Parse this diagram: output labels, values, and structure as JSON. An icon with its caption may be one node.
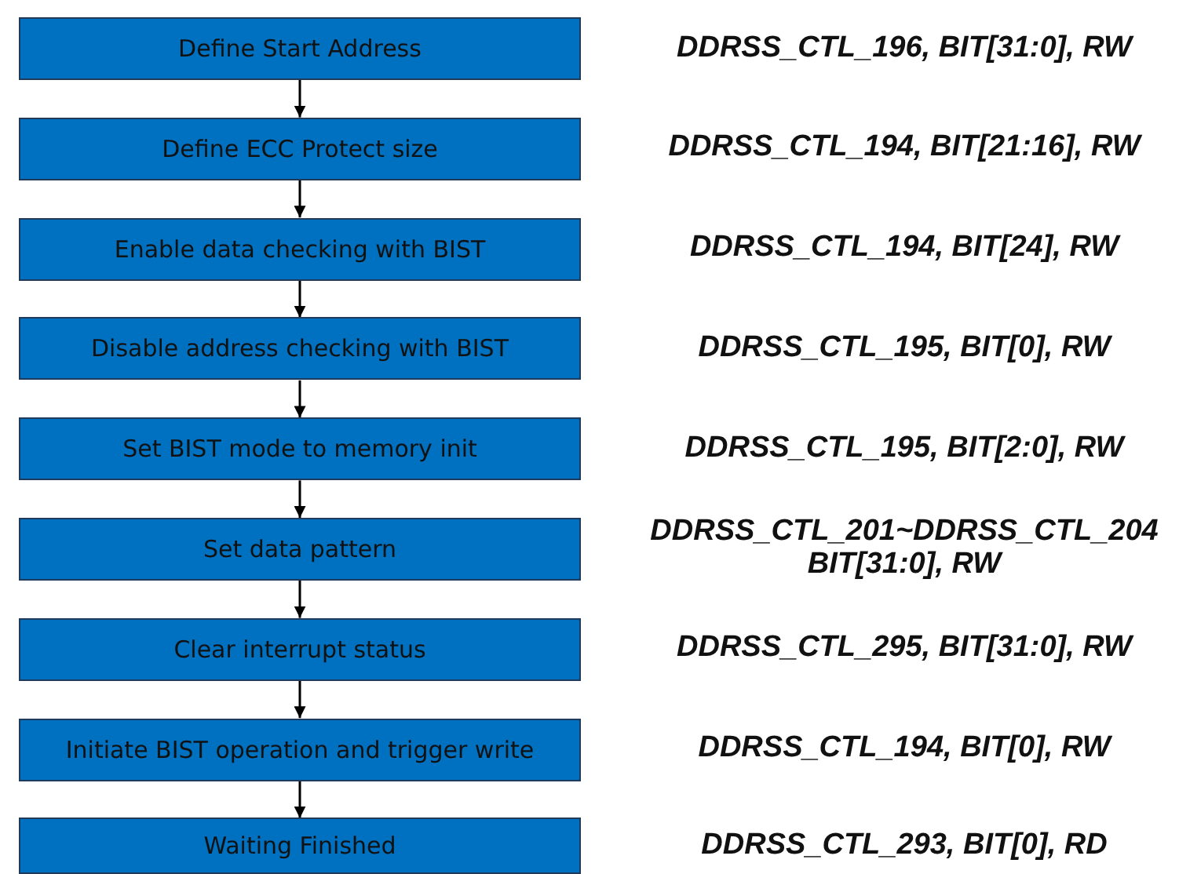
{
  "diagram": {
    "nodes": [
      {
        "text": [
          "Define Start Address"
        ]
      },
      {
        "text": [
          "Define ECC Protect size"
        ]
      },
      {
        "text": [
          "Enable data checking with BIST"
        ]
      },
      {
        "text": [
          "Disable address checking with BIST"
        ]
      },
      {
        "text": [
          "Set BIST mode to memory init"
        ]
      },
      {
        "text": [
          "Set data pattern"
        ]
      },
      {
        "text": [
          "Clear interrupt status"
        ]
      },
      {
        "text": [
          "Initiate BIST operation and trigger write"
        ]
      },
      {
        "text": [
          "Waiting Finished"
        ]
      }
    ],
    "edges": [
      {
        "from": 0,
        "to": 1,
        "arrow": "to"
      },
      {
        "from": 1,
        "to": 2,
        "arrow": "to"
      },
      {
        "from": 2,
        "to": 3,
        "arrow": "to"
      },
      {
        "from": 3,
        "to": 4,
        "arrow": "to"
      },
      {
        "from": 4,
        "to": 5,
        "arrow": "to"
      },
      {
        "from": 5,
        "to": 6,
        "arrow": "to"
      },
      {
        "from": 6,
        "to": 7,
        "arrow": "to"
      },
      {
        "from": 7,
        "to": 8,
        "arrow": "to"
      }
    ],
    "labels": [
      "DDRSS_CTL_196, BIT[31:0], RW",
      "DDRSS_CTL_194, BIT[21:16], RW",
      "DDRSS_CTL_194, BIT[24], RW",
      "DDRSS_CTL_195, BIT[0], RW",
      "DDRSS_CTL_195, BIT[2:0], RW",
      "DDRSS_CTL_201~DDRSS_CTL_204 BIT[31:0], RW",
      "DDRSS_CTL_295, BIT[31:0], RW",
      "DDRSS_CTL_194, BIT[0], RW",
      "DDRSS_CTL_293, BIT[0], RD"
    ]
  }
}
